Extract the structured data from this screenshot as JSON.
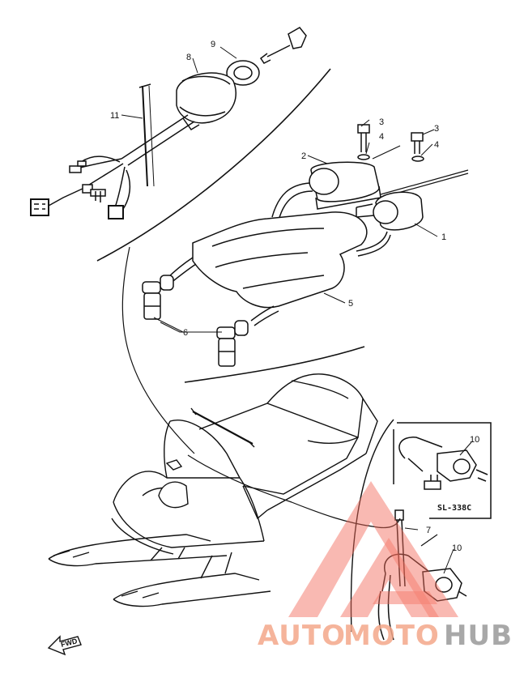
{
  "callouts": {
    "c1": "1",
    "c2": "2",
    "c3a": "3",
    "c3b": "3",
    "c4a": "4",
    "c4b": "4",
    "c5": "5",
    "c6": "6",
    "c7": "7",
    "c8": "8",
    "c9": "9",
    "c10a": "10",
    "c10b": "10",
    "c11": "11"
  },
  "inset": {
    "code": "SL-338C"
  },
  "direction": {
    "label": "FWD"
  },
  "watermark": {
    "part1": "AUTO",
    "part2": "MOTO",
    "part3": "HUB",
    "color_primary": "#f4a78a",
    "color_secondary": "#9a9a9a"
  }
}
